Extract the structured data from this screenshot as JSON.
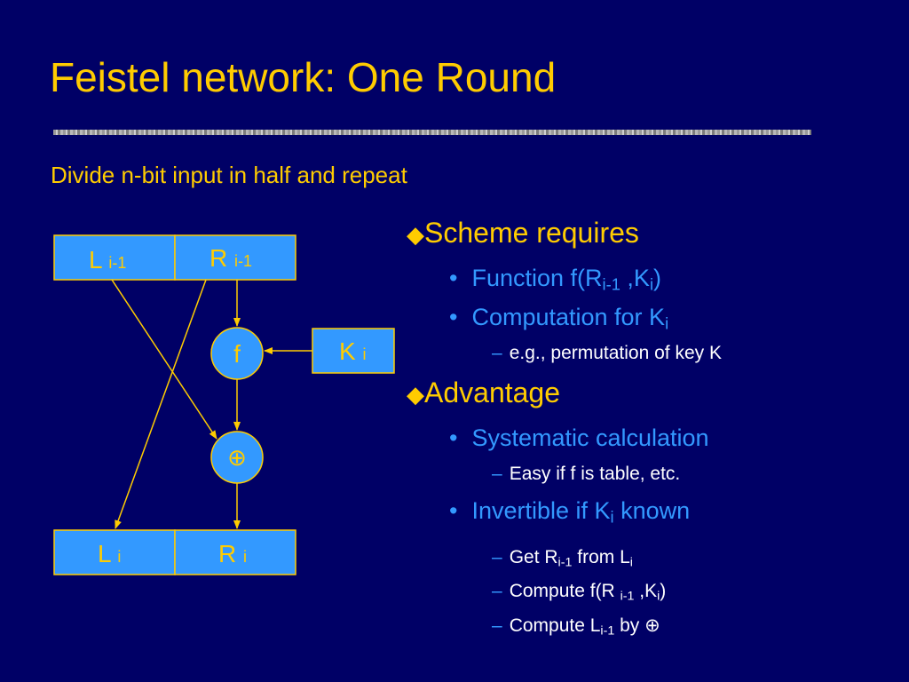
{
  "slide": {
    "title": "Feistel network: One Round",
    "subtitle": "Divide n-bit input in half and repeat"
  },
  "diagram": {
    "top_left": {
      "main": "L",
      "sub": "i-1"
    },
    "top_right": {
      "main": "R",
      "sub": "i-1"
    },
    "key": {
      "main": "K",
      "sub": "i"
    },
    "f_node": "f",
    "xor_node": "⊕",
    "bottom_left": {
      "main": "L",
      "sub": "i"
    },
    "bottom_right": {
      "main": "R",
      "sub": "i"
    }
  },
  "bullets": {
    "scheme": "Scheme requires",
    "function_pre": "Function f(R",
    "function_sub1": "i-1",
    "function_mid": " ,K",
    "function_sub2": "i",
    "function_post": ")",
    "computation_pre": "Computation for K",
    "computation_sub": "i",
    "eg": "e.g.,  permutation of key K",
    "advantage": "Advantage",
    "systematic": "Systematic calculation",
    "easy": "Easy if f is table, etc.",
    "invertible_pre": "Invertible if K",
    "invertible_sub": "i",
    "invertible_post": " known",
    "get_pre": "Get R",
    "get_sub1": "i-1",
    "get_mid": " from L",
    "get_sub2": "i",
    "cf_pre": "Compute f(R ",
    "cf_sub1": "i-1",
    "cf_mid": " ,K",
    "cf_sub2": "i",
    "cf_post": ")",
    "cl_pre": "Compute L",
    "cl_sub": "i-1",
    "cl_post": " by ⊕",
    "diamond_glyph": "◆",
    "bullet_glyph": "•",
    "dash_glyph": "–"
  },
  "colors": {
    "background": "#000066",
    "title": "#ffcc00",
    "box_fill": "#3399ff",
    "level2_text": "#3399ff",
    "level3_text": "#ffffff"
  }
}
